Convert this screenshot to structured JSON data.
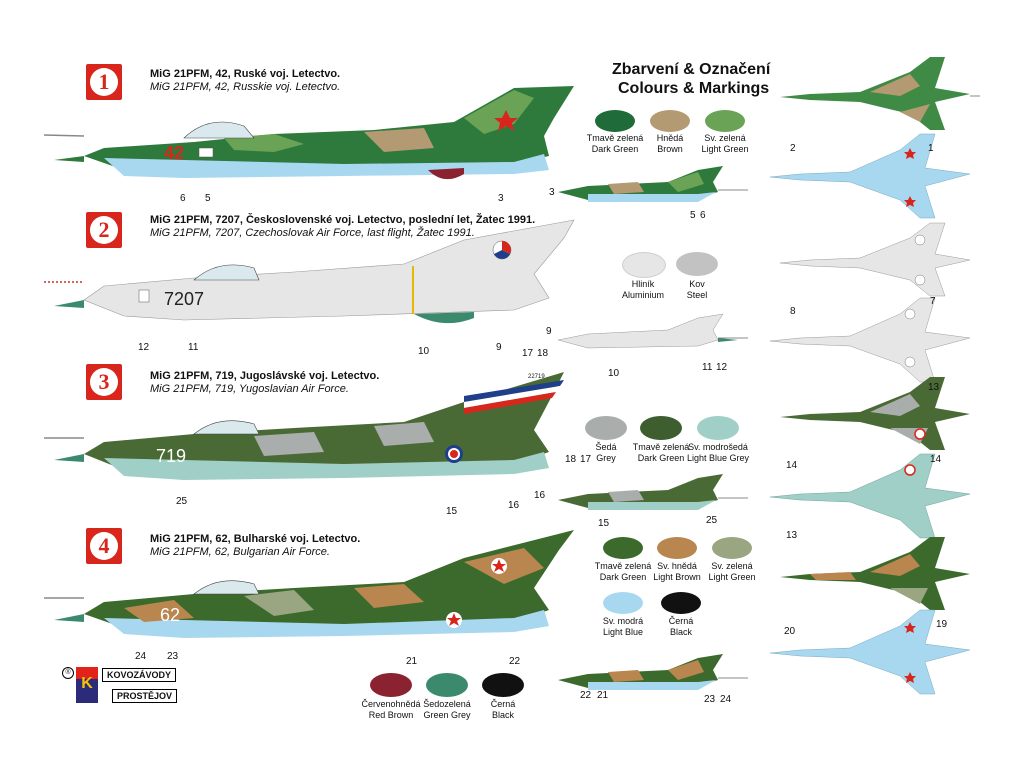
{
  "heading": {
    "line1": "Zbarvení & Označení",
    "line2": "Colours & Markings"
  },
  "schemes": [
    {
      "badge": "1",
      "title": "MiG 21PFM, 42, Ruské voj. Letectvo.",
      "subtitle": "MiG 21PFM, 42, Russkie voj. Letectvo.",
      "code": "42"
    },
    {
      "badge": "2",
      "title": "MiG 21PFM, 7207, Československé voj. Letectvo, poslední let, Žatec 1991.",
      "subtitle": "MiG 21PFM, 7207, Czechoslovak Air Force, last flight, Žatec 1991.",
      "code": "7207"
    },
    {
      "badge": "3",
      "title": "MiG 21PFM, 719, Jugoslávské voj. Letectvo.",
      "subtitle": "MiG 21PFM, 719, Yugoslavian Air Force.",
      "code": "719",
      "fin_code": "22719"
    },
    {
      "badge": "4",
      "title": "MiG 21PFM, 62, Bulharské voj. Letectvo.",
      "subtitle": "MiG 21PFM, 62, Bulgarian Air Force.",
      "code": "62"
    }
  ],
  "swatches": {
    "set1": [
      {
        "cz": "Tmavě zelená",
        "en": "Dark Green",
        "color": "#1f6b3a"
      },
      {
        "cz": "Hnědá",
        "en": "Brown",
        "color": "#b49a72"
      },
      {
        "cz": "Sv. zelená",
        "en": "Light Green",
        "color": "#6aa356"
      }
    ],
    "set2": [
      {
        "cz": "Hliník",
        "en": "Aluminium",
        "color": "#e6e6e6"
      },
      {
        "cz": "Kov",
        "en": "Steel",
        "color": "#c2c2c2"
      }
    ],
    "set3": [
      {
        "cz": "Šedá",
        "en": "Grey",
        "color": "#a9adac"
      },
      {
        "cz": "Tmavě zelená",
        "en": "Dark Green",
        "color": "#3e5e30"
      },
      {
        "cz": "Sv. modrošedá",
        "en": "Light Blue Grey",
        "color": "#9fcfc6"
      }
    ],
    "set4": [
      {
        "cz": "Tmavě zelená",
        "en": "Dark Green",
        "color": "#3b6a2c"
      },
      {
        "cz": "Sv. hnědá",
        "en": "Light Brown",
        "color": "#b8864e"
      },
      {
        "cz": "Sv. zelená",
        "en": "Light Green",
        "color": "#9aa581"
      },
      {
        "cz": "Sv. modrá",
        "en": "Light Blue",
        "color": "#a8d8f0"
      },
      {
        "cz": "Černá",
        "en": "Black",
        "color": "#111111"
      }
    ],
    "set5": [
      {
        "cz": "Červenohnědá",
        "en": "Red Brown",
        "color": "#8a2230"
      },
      {
        "cz": "Šedozelená",
        "en": "Green Grey",
        "color": "#3c8a6e"
      },
      {
        "cz": "Černá",
        "en": "Black",
        "color": "#111111"
      }
    ]
  },
  "callouts": {
    "s1": [
      "1",
      "2",
      "3",
      "3",
      "5",
      "6",
      "5",
      "6"
    ],
    "s2": [
      "7",
      "8",
      "9",
      "9",
      "10",
      "10",
      "11",
      "11",
      "12",
      "12"
    ],
    "s3": [
      "13",
      "14",
      "14",
      "13",
      "15",
      "15",
      "16",
      "16",
      "17",
      "18",
      "17",
      "18",
      "25",
      "25"
    ],
    "s4": [
      "19",
      "20",
      "21",
      "21",
      "22",
      "22",
      "23",
      "23",
      "24",
      "24"
    ]
  },
  "logo": {
    "line1": "KOVOZÁVODY",
    "line2": "PROSTĚJOV",
    "mark": "K"
  },
  "colors": {
    "badge": "#d9261c",
    "lightblue": "#a8d8f0",
    "alu": "#e6e6e6"
  }
}
